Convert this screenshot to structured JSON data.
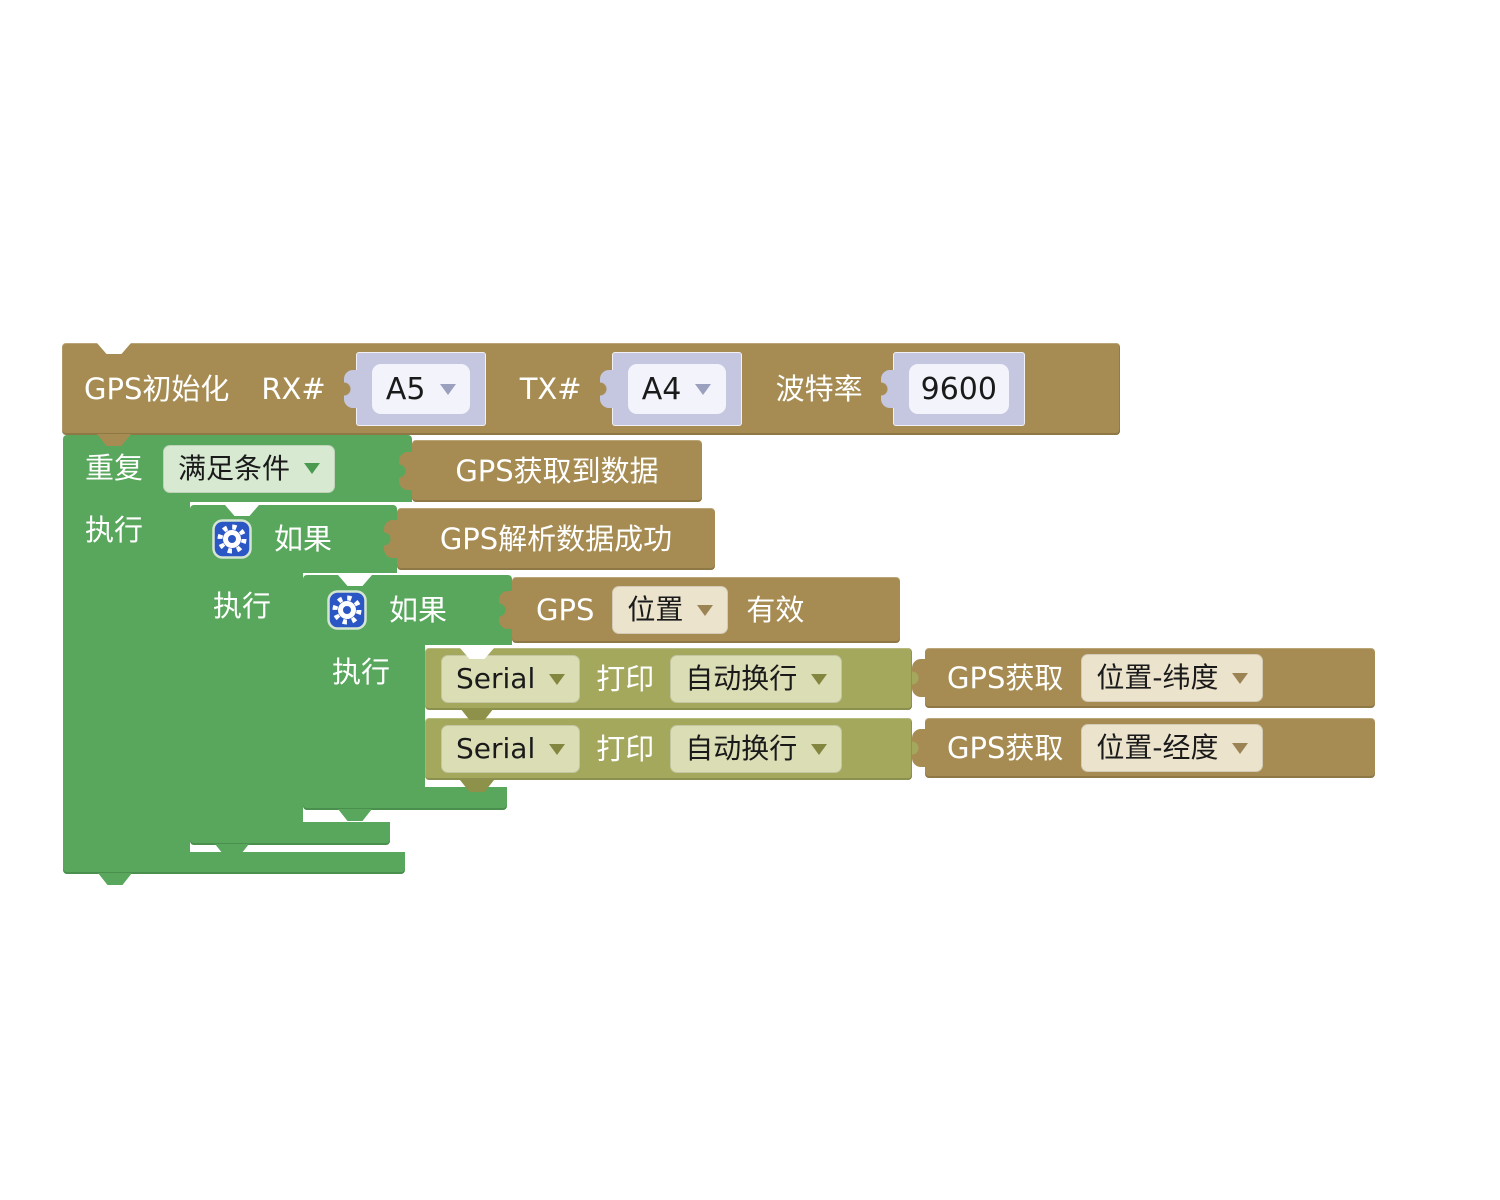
{
  "workspace": {
    "background": "#ffffff",
    "app": "blockly-visual-programming-workspace"
  },
  "colors": {
    "tan": "#a68c52",
    "tan_dark": "#93794a",
    "green": "#58a75c",
    "olive": "#a4a85c",
    "olive_tab": "#8e9149",
    "lavender": "#c5c7e0",
    "field_white": "#f3f4fb",
    "dd_green": "#d7ead1",
    "dd_cream": "#ece3cc",
    "dd_olive": "#dbddb4",
    "gear_blue": "#2b57c5",
    "text_white": "#ffffff",
    "text_dark": "#1a1a1a"
  },
  "blocks": {
    "init": {
      "label": "GPS初始化",
      "rx_label": "RX#",
      "rx_value": "A5",
      "tx_label": "TX#",
      "tx_value": "A4",
      "baud_label": "波特率",
      "baud_value": "9600"
    },
    "repeat": {
      "label": "重复",
      "mode_value": "满足条件",
      "condition": "GPS获取到数据",
      "do_label": "执行"
    },
    "if1": {
      "label": "如果",
      "condition": "GPS解析数据成功",
      "do_label": "执行",
      "gear_icon": "mutator-gear-icon"
    },
    "if2": {
      "label": "如果",
      "condition_prefix": "GPS",
      "condition_field": "位置",
      "condition_suffix": "有效",
      "do_label": "执行",
      "gear_icon": "mutator-gear-icon"
    },
    "serial1": {
      "port_value": "Serial",
      "print_label": "打印",
      "newline_value": "自动换行",
      "value_label": "GPS获取",
      "value_field": "位置-纬度"
    },
    "serial2": {
      "port_value": "Serial",
      "print_label": "打印",
      "newline_value": "自动换行",
      "value_label": "GPS获取",
      "value_field": "位置-经度"
    }
  }
}
